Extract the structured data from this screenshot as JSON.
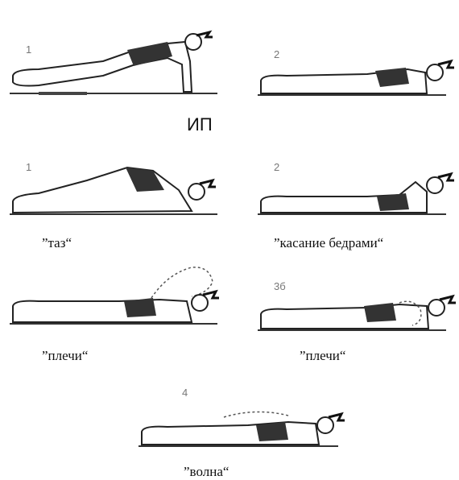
{
  "center_label": "ИП",
  "figures": [
    {
      "number": "1"
    },
    {
      "number": "2"
    },
    {
      "number": "1"
    },
    {
      "number": "2"
    },
    {
      "number": ""
    },
    {
      "number": "3б"
    },
    {
      "number": "4"
    }
  ],
  "captions": {
    "taz": "”таз“",
    "kasanie": "”касание бедрами“",
    "plechi_left": "”плечи“",
    "plechi_right": "”плечи“",
    "volna": "”волна“"
  }
}
